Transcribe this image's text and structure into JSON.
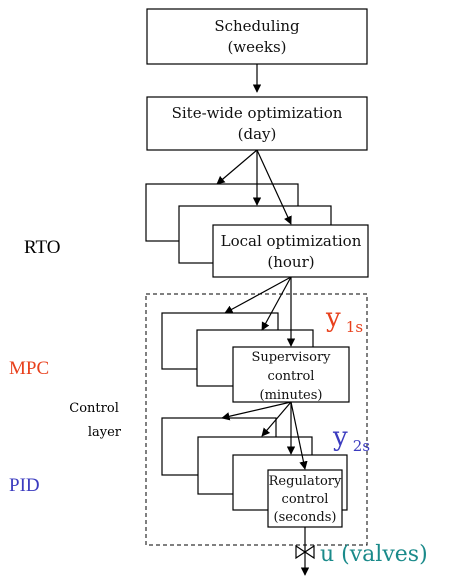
{
  "levels": {
    "scheduling": {
      "line1": "Scheduling",
      "line2": "(weeks)"
    },
    "site_wide": {
      "line1": "Site-wide optimization",
      "line2": "(day)"
    },
    "local": {
      "line1": "Local optimization",
      "line2": "(hour)"
    },
    "supervisory": {
      "line1": "Supervisory",
      "line2": "control",
      "line3": "(minutes)"
    },
    "regulatory": {
      "line1": "Regulatory",
      "line2": "control",
      "line3": "(seconds)"
    }
  },
  "side_labels": {
    "rto": "RTO",
    "mpc": "MPC",
    "pid": "PID",
    "control_layer_1": "Control",
    "control_layer_2": "layer"
  },
  "signals": {
    "y1": {
      "base": "y",
      "sub": "1s"
    },
    "y2": {
      "base": "y",
      "sub": "2s"
    },
    "u": "u (valves)"
  },
  "colors": {
    "mpc": "#e8401c",
    "y1s": "#e8401c",
    "pid": "#3b3bbf",
    "y2s": "#3b3bbf",
    "u_valves": "#1a8a8a"
  }
}
